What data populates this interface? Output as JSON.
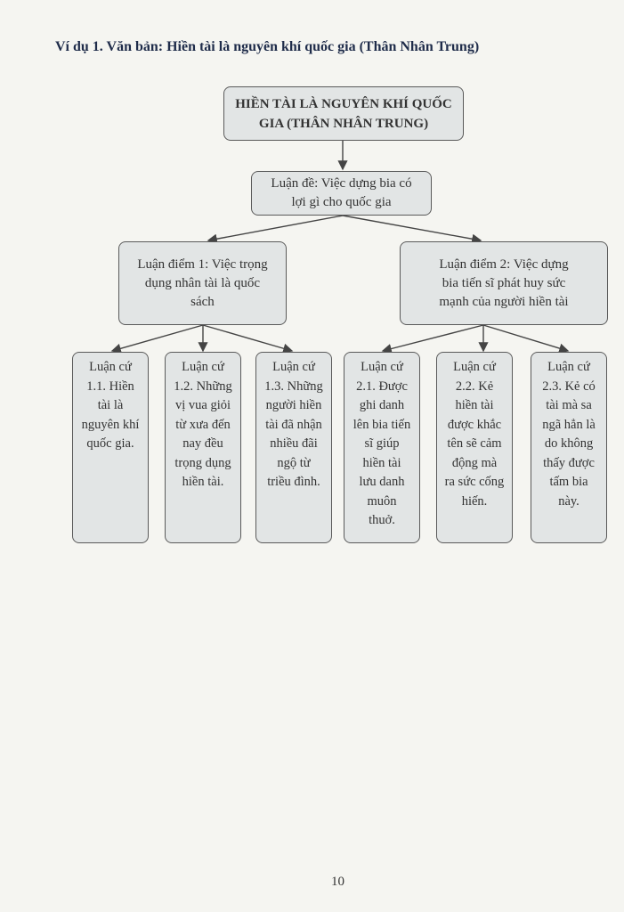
{
  "heading": "Ví dụ 1. Văn bản: Hiền tài là nguyên khí quốc gia (Thân Nhân Trung)",
  "diagram": {
    "root": "HIỀN TÀI LÀ NGUYÊN KHÍ QUỐC\nGIA (THÂN NHÂN TRUNG)",
    "thesis": "Luận đề: Việc dựng bia có\nlợi gì cho quốc gia",
    "points": [
      "Luận điểm 1: Việc trọng\ndụng nhân tài là quốc\nsách",
      "Luận điểm 2: Việc dựng\nbia tiến sĩ phát huy sức\nmạnh của người hiền tài"
    ],
    "arguments": [
      "Luận cứ\n1.1. Hiền\ntài là\nnguyên khí\nquốc gia.",
      "Luận cứ\n1.2. Những\nvị vua giỏi\ntừ xưa đến\nnay đều\ntrọng dụng\nhiền tài.",
      "Luận cứ\n1.3. Những\nngười hiền\ntài đã nhận\nnhiều đãi\nngộ từ\ntriều đình.",
      "Luận cứ\n2.1. Được\nghi danh\nlên bia tiến\nsĩ giúp\nhiền tài\nlưu danh\nmuôn\nthuở.",
      "Luận cứ\n2.2. Kẻ\nhiền tài\nđược khắc\ntên sẽ cảm\nđộng mà\nra sức cống\nhiến.",
      "Luận cứ\n2.3. Kẻ có\ntài mà sa\nngã hẳn là\ndo không\nthấy được\ntấm bia\nnày."
    ]
  },
  "page_number": "10"
}
